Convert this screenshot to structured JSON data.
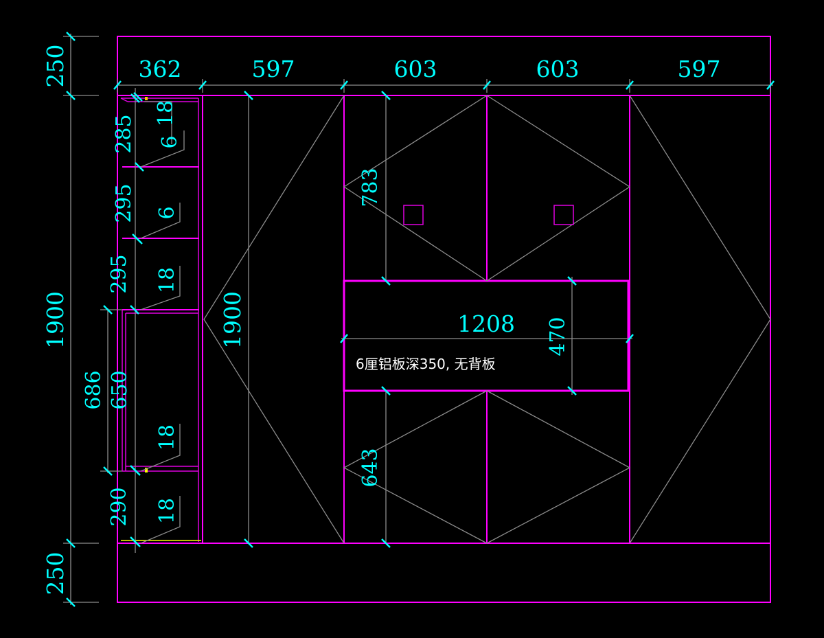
{
  "drawing": {
    "title": "wardrobe elevation",
    "colors": {
      "background": "#000000",
      "outline": "#ff00ff",
      "dimension_text": "#00ffff",
      "guide_lines": "#8c8c8c",
      "note_text": "#ffffff",
      "marker": "#ffff00"
    },
    "top_dimensions": [
      "362",
      "597",
      "603",
      "603",
      "597"
    ],
    "left_dimensions": {
      "top_gap": "250",
      "total_height": "1900",
      "bottom_gap": "250"
    },
    "left_column": {
      "sections": [
        "285",
        "295",
        "295",
        "290"
      ],
      "drawer_outer": "686",
      "drawer_inner": "650",
      "panel_thickness_labels": [
        "18",
        "6",
        "6",
        "18",
        "18",
        "18"
      ]
    },
    "door_height": "1900",
    "middle": {
      "upper_height": "783",
      "shelf_width": "1208",
      "shelf_height": "470",
      "lower_height": "643",
      "note": "6厘铝板深350, 无背板"
    }
  }
}
